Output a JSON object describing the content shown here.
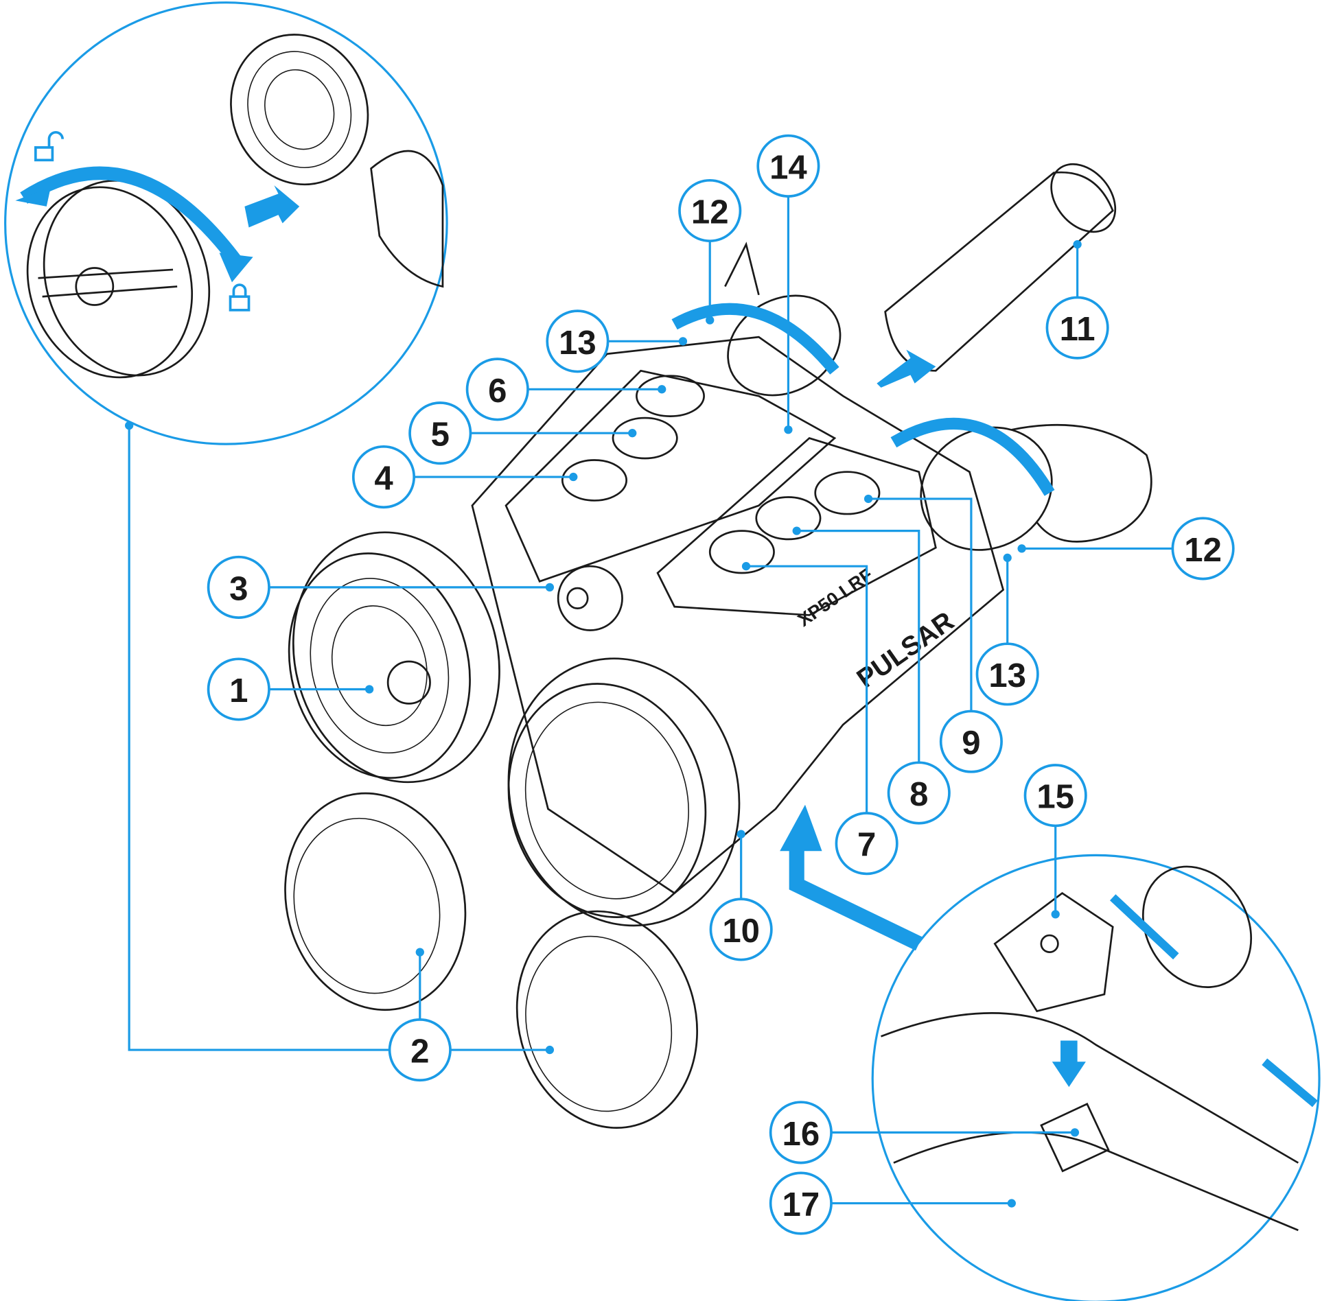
{
  "diagram": {
    "brand_label": "PULSAR",
    "model_label": "XP50 LRF",
    "accent_color": "#1a9be6",
    "callouts": [
      "1",
      "2",
      "3",
      "4",
      "5",
      "6",
      "7",
      "8",
      "9",
      "10",
      "11",
      "12",
      "12",
      "13",
      "13",
      "14",
      "15",
      "16",
      "17"
    ]
  }
}
